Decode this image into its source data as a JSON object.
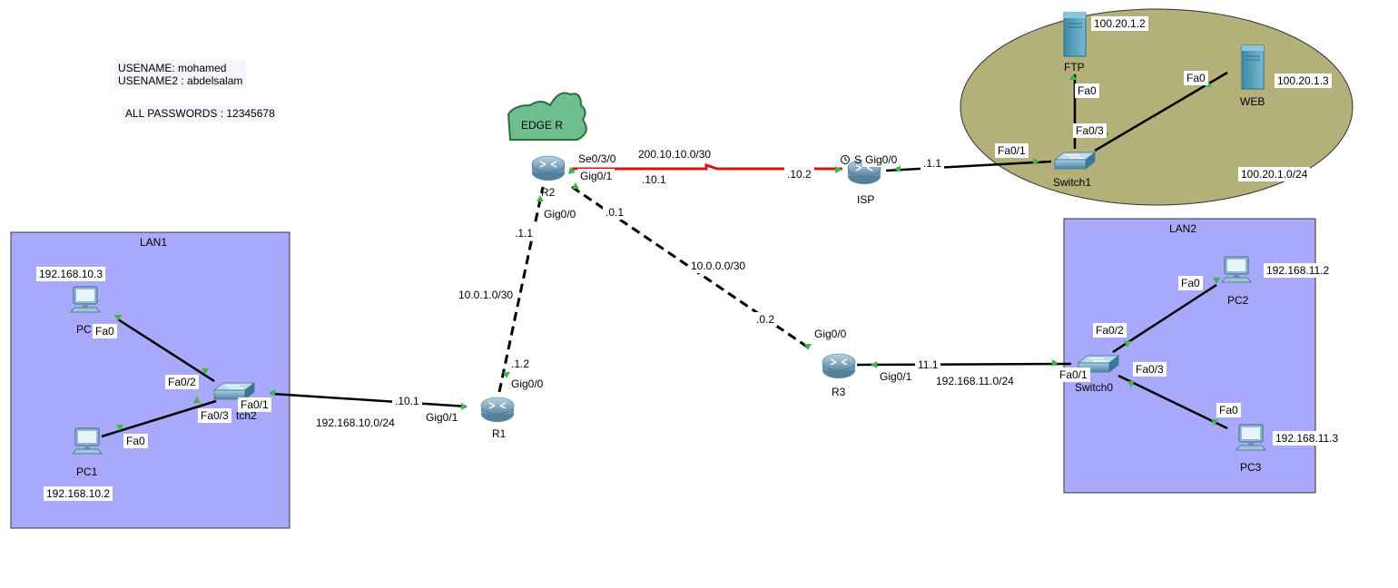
{
  "notes": {
    "username1": "USENAME: mohamed",
    "username2": "USENAME2 : abdelsalam",
    "passwords": "ALL PASSWORDS : 12345678"
  },
  "zones": {
    "lan1": "LAN1",
    "lan2": "LAN2",
    "edge": "EDGE R"
  },
  "devices": {
    "r1": "R1",
    "r2": "R2",
    "r3": "R3",
    "isp": "ISP",
    "pc": "PC",
    "pc1": "PC1",
    "pc2": "PC2",
    "pc3": "PC3",
    "switch0": "Switch0",
    "switch1": "Switch1",
    "switch2": "tch2",
    "ftp": "FTP",
    "web": "WEB"
  },
  "addresses": {
    "lan1_pc": "192.168.10.3",
    "lan1_pc1": "192.168.10.2",
    "lan1_net": "192.168.10.0/24",
    "r1_gig01": ".10.1",
    "r1_r2_net": "10.0.1.0/30",
    "r2_side": ".1.1",
    "r1_side": ".1.2",
    "r2_isp_net": "200.10.10.0/30",
    "r2_serial": ".10.1",
    "isp_serial": ".10.2",
    "isp_gig": ".1.1",
    "r2_r3_net": "10.0.0.0/30",
    "r2_gig01": ".0.1",
    "r3_gig00": ".0.2",
    "r3_gig01": "11.1",
    "lan2_net": "192.168.11.0/24",
    "pc2": "192.168.11.2",
    "pc3": "192.168.11.3",
    "ftp": "100.20.1.2",
    "web": "100.20.1.3",
    "server_net": "100.20.1.0/24"
  },
  "ports": {
    "pc_fa0": "Fa0",
    "pc1_fa0": "Fa0",
    "sw2_fa02": "Fa0/2",
    "sw2_fa03": "Fa0/3",
    "sw2_fa01": "Fa0/1",
    "r1_gig01": "Gig0/1",
    "r1_gig00": "Gig0/0",
    "r2_gig00": "Gig0/0",
    "r2_se030": "Se0/3/0",
    "r2_gig01": "Gig0/1",
    "isp_gig00": "Gig0/0",
    "isp_s": "S",
    "sw1_fa01": "Fa0/1",
    "sw1_fa03": "Fa0/3",
    "ftp_fa0": "Fa0",
    "web_fa0": "Fa0",
    "r3_gig00": "Gig0/0",
    "r3_gig01": "Gig0/1",
    "sw0_fa01": "Fa0/1",
    "sw0_fa02": "Fa0/2",
    "sw0_fa03": "Fa0/3",
    "pc2_fa0": "Fa0",
    "pc3_fa0": "Fa0"
  },
  "colors": {
    "lan_fill": "#a9a9fb",
    "server_zone_fill": "#b3b07a",
    "edge_cloud": "#6fbf8e",
    "serial_link": "#e01010",
    "link_up": "#44b34a"
  },
  "icons": {
    "router": "router-icon",
    "switch": "switch-icon",
    "pc": "pc-icon",
    "server": "server-icon",
    "clock": "clock-icon"
  }
}
